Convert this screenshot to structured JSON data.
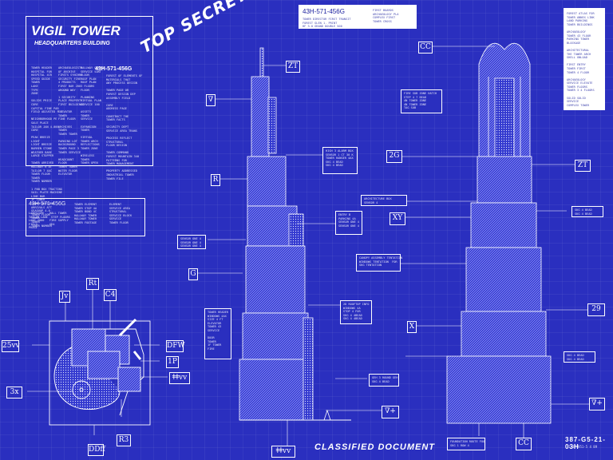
{
  "title_block": {
    "title": "VIGIL TOWER",
    "subtitle": "HEADQUARTERS BUILDING",
    "code": "43H-571-456G"
  },
  "stamp": "TOP SECRET",
  "top_box": {
    "code": "43H-571-456G"
  },
  "plan_box": {
    "code": "43H-571-456G"
  },
  "footer": {
    "center": "CLASSIFIED DOCUMENT",
    "code": "387-G5-21-03H"
  },
  "callouts": {
    "left_tower": [
      "ZT",
      "∇",
      "R",
      "G",
      "ǂǂvv"
    ],
    "right_tower": [
      "CC",
      "2G",
      "XY",
      "ZT",
      "29",
      "X",
      "∇+",
      "CC"
    ],
    "plan": [
      "Jv",
      "Rt",
      "C4",
      "25vv",
      "DFW",
      "1P",
      "ǂǂvv",
      "3x",
      "R3",
      "DDff"
    ],
    "center": [
      "∇+"
    ]
  },
  "colors": {
    "background": "#2a2fbf",
    "ink": "#ffffff"
  }
}
